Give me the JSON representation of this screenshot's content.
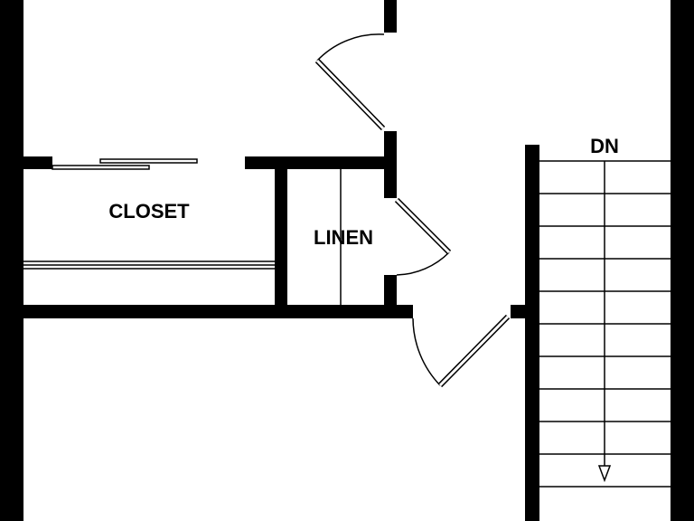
{
  "rooms": {
    "closet_label": "CLOSET",
    "linen_label": "LINEN"
  },
  "stairs": {
    "direction_label": "DN",
    "tread_count": 11
  }
}
